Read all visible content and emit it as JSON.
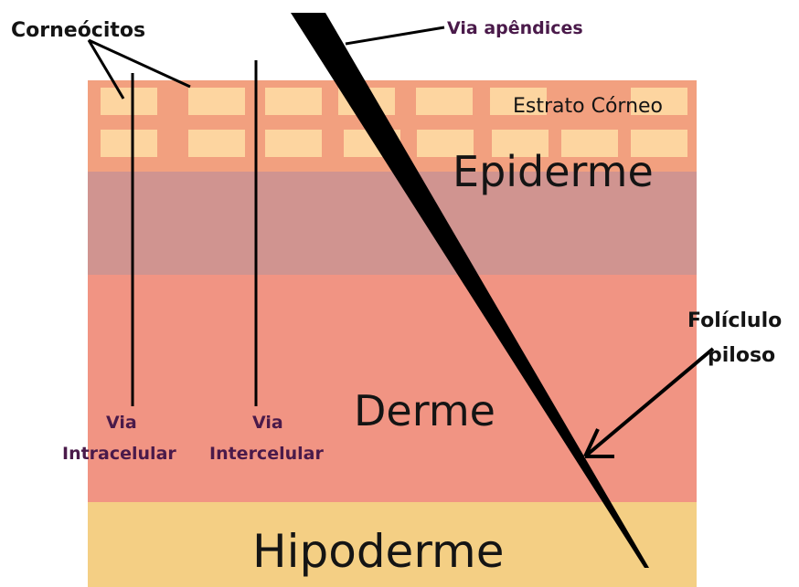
{
  "labels": {
    "corneocitos": "Corneócitos",
    "via_apendices": "Via apêndices",
    "estrato_corneo": "Estrato Córneo",
    "epiderme": "Epiderme",
    "derme": "Derme",
    "hipoderme": "Hipoderme",
    "foliculo_line1": "Folíclulo",
    "foliculo_line2": "piloso",
    "via_intra_line1": "Via",
    "via_intra_line2": "Intracelular",
    "via_inter_line1": "Via",
    "via_inter_line2": "Intercelular"
  },
  "colors": {
    "stratum": "#f2a07f",
    "cells": "#fdd5a0",
    "epidermis_lower": "#d09490",
    "dermis": "#f19483",
    "hypodermis": "#f4cf84",
    "lines": "#000000",
    "purple_text": "#4a1a4a"
  },
  "icons": {
    "follicle_arrow": "arrow-icon"
  }
}
